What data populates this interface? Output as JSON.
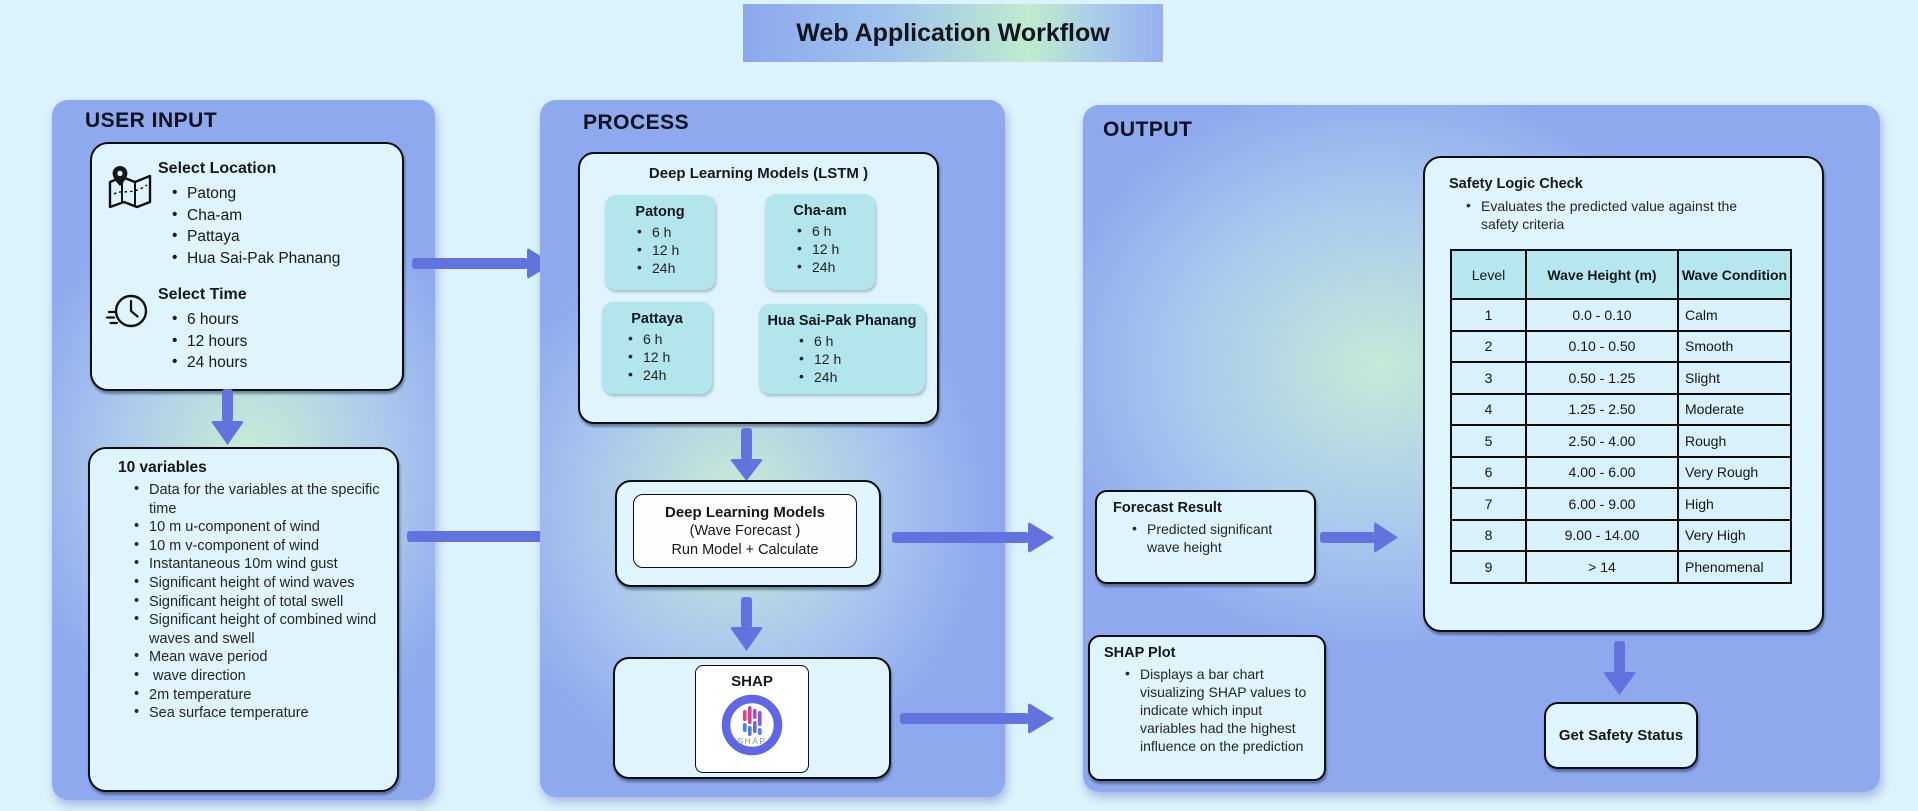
{
  "title": "Web Application Workflow",
  "user_input": {
    "heading": "USER INPUT",
    "select_location": {
      "title": "Select Location",
      "items": [
        "Patong",
        "Cha-am",
        "Pattaya",
        "Hua Sai-Pak Phanang"
      ]
    },
    "select_time": {
      "title": "Select Time",
      "items": [
        "6 hours",
        "12 hours",
        "24 hours"
      ]
    },
    "variables": {
      "title": "10 variables",
      "items": [
        "Data for the variables at the specific time",
        "10 m u-component of wind",
        "10 m v-component of wind",
        "Instantaneous 10m wind gust",
        "Significant height of wind waves",
        "Significant height of total swell",
        "Significant height of combined wind waves and swell",
        "Mean wave period",
        " wave direction",
        "2m temperature",
        "Sea surface temperature"
      ]
    }
  },
  "process": {
    "heading": "PROCESS",
    "lstm": {
      "title": "Deep Learning Models (LSTM )",
      "models": [
        {
          "name": "Patong",
          "items": [
            "6 h",
            "12 h",
            "24h"
          ]
        },
        {
          "name": "Cha-am",
          "items": [
            "6 h",
            "12 h",
            "24h"
          ]
        },
        {
          "name": "Pattaya",
          "items": [
            "6 h",
            "12 h",
            "24h"
          ]
        },
        {
          "name": "Hua Sai-Pak Phanang",
          "items": [
            "6 h",
            "12 h",
            "24h"
          ]
        }
      ]
    },
    "wave_forecast": {
      "line1": "Deep Learning Models",
      "line2": "(Wave Forecast )",
      "line3": "Run Model + Calculate"
    },
    "shap": {
      "title": "SHAP",
      "logo_label": "SHAP"
    }
  },
  "output": {
    "heading": "OUTPUT",
    "forecast_result": {
      "title": "Forecast Result",
      "bullet": "Predicted significant wave height"
    },
    "shap_plot": {
      "title": "SHAP Plot",
      "bullet": "Displays a bar chart visualizing SHAP values to indicate which input variables had the highest influence on the prediction"
    },
    "safety_check": {
      "title": "Safety Logic Check",
      "bullet": "Evaluates the predicted value against the safety criteria",
      "table": {
        "headers": [
          "Level",
          "Wave Height (m)",
          "Wave Condition"
        ],
        "rows": [
          [
            "1",
            "0.0 - 0.10",
            "Calm"
          ],
          [
            "2",
            "0.10 - 0.50",
            "Smooth"
          ],
          [
            "3",
            "0.50 - 1.25",
            "Slight"
          ],
          [
            "4",
            "1.25 - 2.50",
            "Moderate"
          ],
          [
            "5",
            "2.50 - 4.00",
            "Rough"
          ],
          [
            "6",
            "4.00 - 6.00",
            "Very Rough"
          ],
          [
            "7",
            "6.00 - 9.00",
            "High"
          ],
          [
            "8",
            "9.00 - 14.00",
            "Very High"
          ],
          [
            "9",
            "> 14",
            "Phenomenal"
          ]
        ]
      },
      "button": "Get Safety Status"
    }
  },
  "colors": {
    "arrow": "#6272de",
    "panel_blue": "#8ea9ee",
    "panel_green": "#c9edd3",
    "teal_box": "#b2e5ec",
    "table_header": "#b7e7ee",
    "light_box": "#dff4fc",
    "background": "#ddf3fc"
  }
}
